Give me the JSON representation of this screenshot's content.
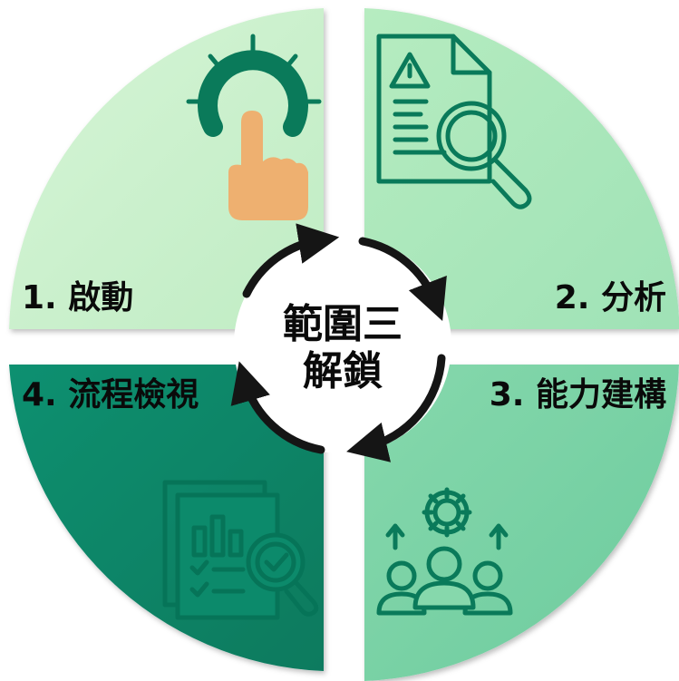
{
  "center": {
    "line1": "範圍三",
    "line2": "解鎖"
  },
  "quadrants": [
    {
      "id": "q1",
      "label": "1. 啟動",
      "icon": "button-press-icon",
      "color": "#c8f0cb"
    },
    {
      "id": "q2",
      "label": "2. 分析",
      "icon": "document-analysis-icon",
      "color": "#a6e8b8"
    },
    {
      "id": "q3",
      "label": "3. 能力建構",
      "icon": "team-growth-icon",
      "color": "#7cd4a7"
    },
    {
      "id": "q4",
      "label": "4. 流程檢視",
      "icon": "report-review-icon",
      "color": "#0a8a6a"
    }
  ],
  "colors": {
    "icon_dark": "#0a7a5a",
    "hand": "#f0b070",
    "arrow": "#151515"
  }
}
